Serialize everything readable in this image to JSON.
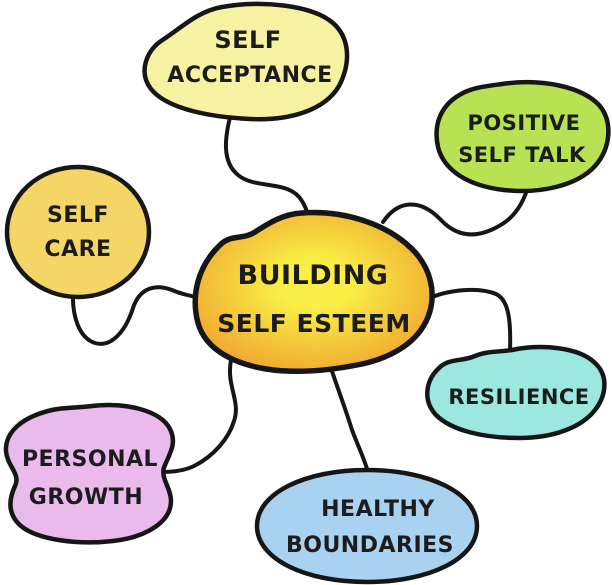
{
  "diagram": {
    "type": "mindmap",
    "background": "#ffffff"
  },
  "style": {
    "outline": "#161616",
    "link_color": "#161616",
    "text_color": "#1c1c1c"
  },
  "center": {
    "id": "building-self-esteem",
    "lines": [
      "BUILDING",
      "SELF ESTEEM"
    ],
    "fill_inner": "#f9ee45",
    "fill_outer": "#efa22f"
  },
  "nodes": [
    {
      "id": "self-acceptance",
      "lines": [
        "SELF",
        "ACCEPTANCE"
      ],
      "color": "#f6f2a2",
      "position": "top"
    },
    {
      "id": "positive-self-talk",
      "lines": [
        "POSITIVE",
        "SELF TALK"
      ],
      "color": "#b6e253",
      "position": "top-right"
    },
    {
      "id": "self-care",
      "lines": [
        "SELF",
        "CARE"
      ],
      "color": "#f4d666",
      "position": "left"
    },
    {
      "id": "resilience",
      "lines": [
        "RESILIENCE"
      ],
      "color": "#9ce8e0",
      "position": "right"
    },
    {
      "id": "personal-growth",
      "lines": [
        "PERSONAL",
        "GROWTH"
      ],
      "color": "#eabaed",
      "position": "bottom-left"
    },
    {
      "id": "healthy-boundaries",
      "lines": [
        "HEALTHY",
        "BOUNDARIES"
      ],
      "color": "#a8d2f0",
      "position": "bottom"
    }
  ]
}
